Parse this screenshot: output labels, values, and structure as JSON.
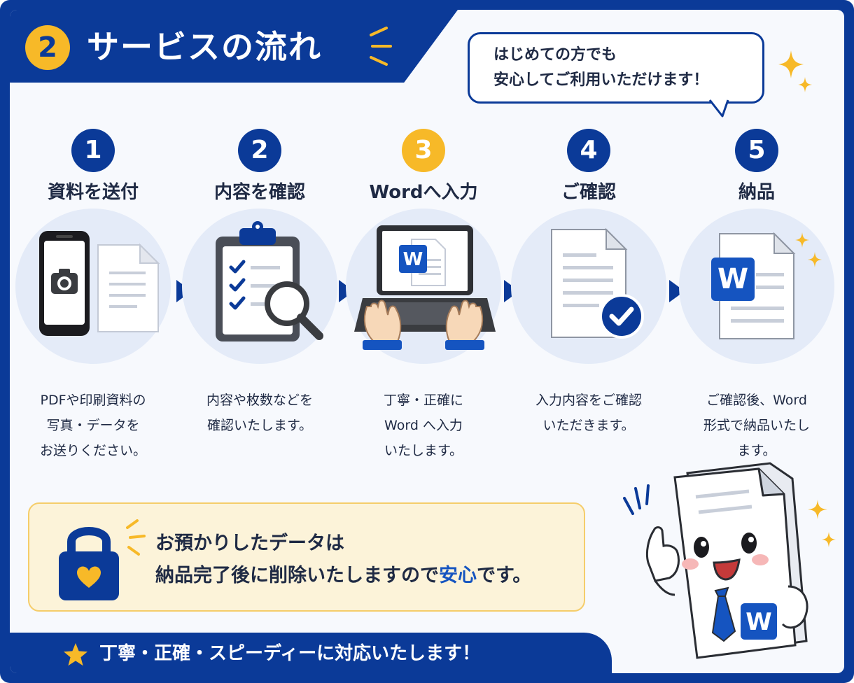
{
  "header": {
    "number": "2",
    "title": "サービスの流れ"
  },
  "bubble": {
    "line1": "はじめての方でも",
    "line2": "安心してご利用いただけます！"
  },
  "steps": [
    {
      "number": "1",
      "title": "資料を送付",
      "desc": [
        "PDFや印刷資料の",
        "写真・データを",
        "お送りください。"
      ]
    },
    {
      "number": "2",
      "title": "内容を確認",
      "desc": [
        "内容や枚数などを",
        "確認いたします。"
      ]
    },
    {
      "number": "3",
      "title": "Wordへ入力",
      "desc": [
        "丁寧・正確に",
        "Word へ入力",
        "いたします。"
      ]
    },
    {
      "number": "4",
      "title": "ご確認",
      "desc": [
        "入力内容をご確認",
        "いただきます。"
      ]
    },
    {
      "number": "5",
      "title": "納品",
      "desc": [
        "ご確認後、Word",
        "形式で納品いたし",
        "ます。"
      ]
    }
  ],
  "icon_letters": {
    "laptop_doc": "W",
    "delivery_doc": "W",
    "mascot_tie": "W"
  },
  "notice": {
    "line1": "お預かりしたデータは",
    "line2_before": "納品完了後に削除いたしますので",
    "line2_highlight": "安心",
    "line2_after": "です。"
  },
  "footer": {
    "text": "丁寧・正確・スピーディーに対応いたします！"
  },
  "colors": {
    "navy": "#0b3a98",
    "accent_yellow": "#f7b928",
    "word_blue": "#1554c0",
    "circle_bg": "#e4ebf8",
    "notice_bg": "#fcf3d9"
  },
  "icons": {
    "step1": "smartphone-camera-and-document-icon",
    "step2": "clipboard-checklist-magnifier-icon",
    "step3": "laptop-typing-word-icon",
    "step4": "document-checkmark-icon",
    "step5": "word-document-delivery-icon",
    "notice": "padlock-heart-icon",
    "footer": "star-icon"
  }
}
